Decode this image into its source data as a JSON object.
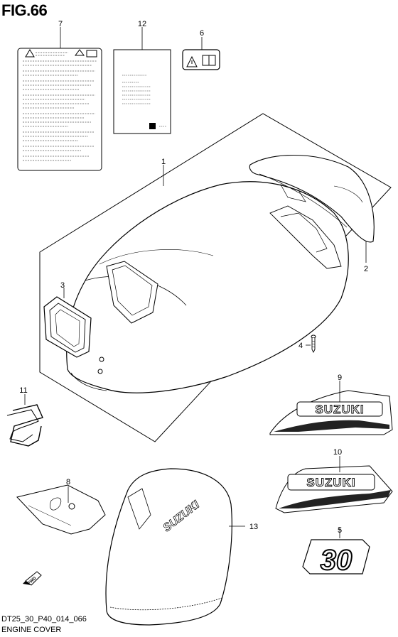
{
  "figure": {
    "title": "FIG.66"
  },
  "footer": {
    "code": "DT25_30_P40_014_066",
    "name": "ENGINE COVER"
  },
  "decal_text": {
    "brand": "SUZUKI",
    "model": "30",
    "fwd": "FWD"
  },
  "callouts": [
    {
      "id": "c1",
      "label": "1"
    },
    {
      "id": "c2",
      "label": "2"
    },
    {
      "id": "c3",
      "label": "3"
    },
    {
      "id": "c4",
      "label": "4"
    },
    {
      "id": "c5",
      "label": "5"
    },
    {
      "id": "c6",
      "label": "6"
    },
    {
      "id": "c7",
      "label": "7"
    },
    {
      "id": "c8",
      "label": "8"
    },
    {
      "id": "c9",
      "label": "9"
    },
    {
      "id": "c10",
      "label": "10"
    },
    {
      "id": "c11",
      "label": "11"
    },
    {
      "id": "c12",
      "label": "12"
    },
    {
      "id": "c13",
      "label": "13"
    }
  ]
}
